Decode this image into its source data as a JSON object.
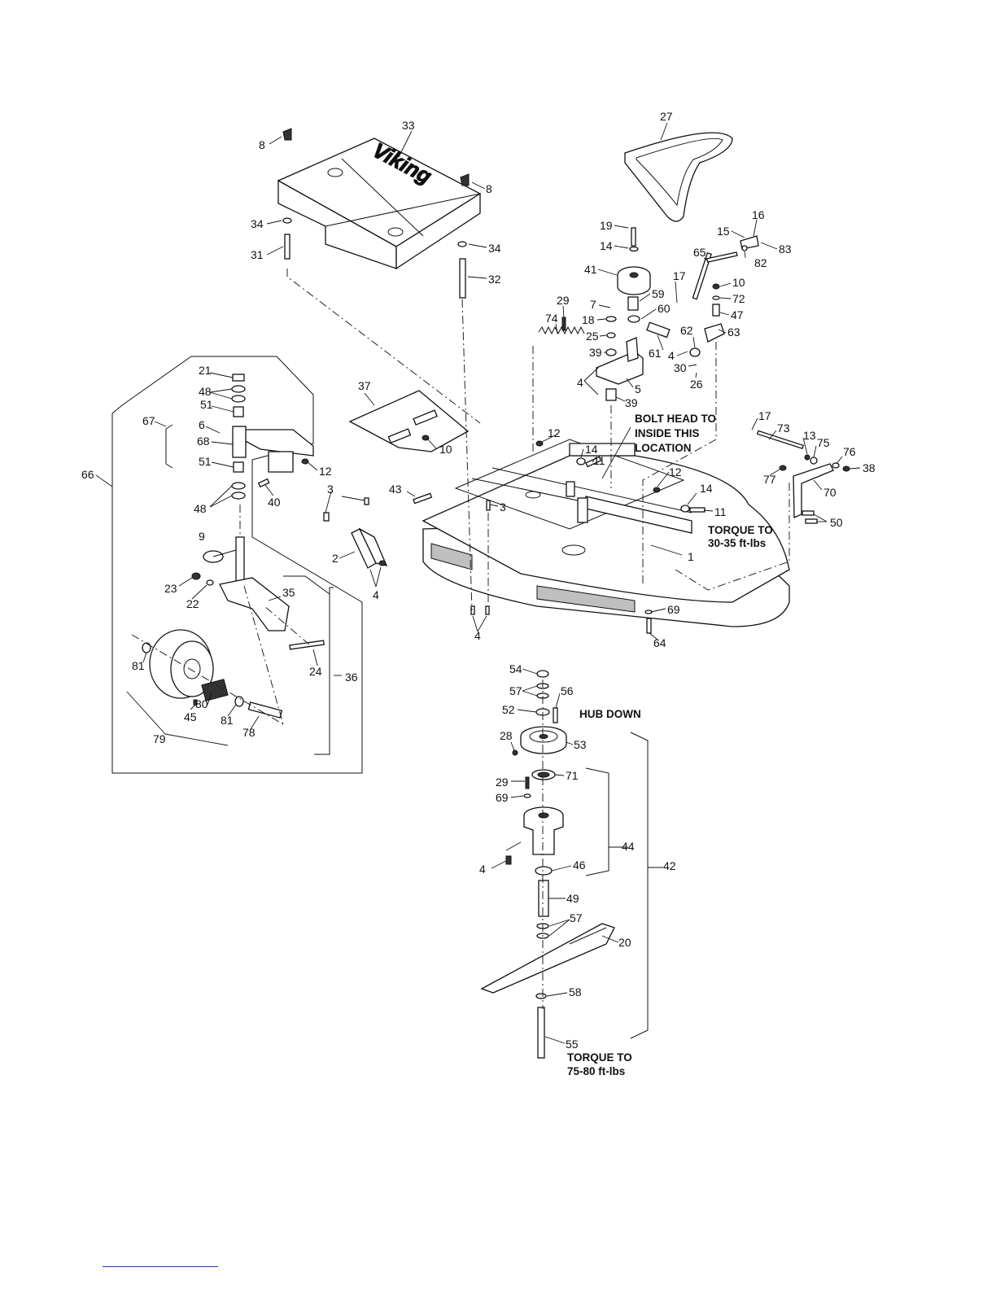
{
  "callouts": {
    "c1": "1",
    "c2": "2",
    "c3a": "3",
    "c3b": "3",
    "c4a": "4",
    "c4b": "4",
    "c4c": "4",
    "c4d": "4",
    "c4e": "4",
    "c5": "5",
    "c6": "6",
    "c7": "7",
    "c8a": "8",
    "c8b": "8",
    "c9": "9",
    "c10a": "10",
    "c10b": "10",
    "c11a": "11",
    "c11b": "11",
    "c12a": "12",
    "c12b": "12",
    "c12c": "12",
    "c13": "13",
    "c14a": "14",
    "c14b": "14",
    "c14c": "14",
    "c15": "15",
    "c16": "16",
    "c17a": "17",
    "c17b": "17",
    "c18": "18",
    "c19": "19",
    "c20": "20",
    "c21": "21",
    "c22": "22",
    "c23": "23",
    "c24": "24",
    "c25": "25",
    "c26": "26",
    "c27": "27",
    "c28": "28",
    "c29a": "29",
    "c29b": "29",
    "c30": "30",
    "c31": "31",
    "c32": "32",
    "c33": "33",
    "c34a": "34",
    "c34b": "34",
    "c35": "35",
    "c36": "36",
    "c37": "37",
    "c38": "38",
    "c39a": "39",
    "c39b": "39",
    "c40": "40",
    "c41": "41",
    "c42": "42",
    "c43": "43",
    "c44": "44",
    "c45": "45",
    "c46": "46",
    "c47": "47",
    "c48a": "48",
    "c48b": "48",
    "c49": "49",
    "c50": "50",
    "c51a": "51",
    "c51b": "51",
    "c52": "52",
    "c53": "53",
    "c54": "54",
    "c55": "55",
    "c56": "56",
    "c57a": "57",
    "c57b": "57",
    "c58": "58",
    "c59": "59",
    "c60": "60",
    "c61": "61",
    "c62": "62",
    "c63": "63",
    "c64": "64",
    "c65": "65",
    "c66": "66",
    "c67": "67",
    "c68": "68",
    "c69a": "69",
    "c69b": "69",
    "c70": "70",
    "c71": "71",
    "c72": "72",
    "c73": "73",
    "c74": "74",
    "c75": "75",
    "c76": "76",
    "c77": "77",
    "c78": "78",
    "c79": "79",
    "c80": "80",
    "c81a": "81",
    "c81b": "81",
    "c82": "82",
    "c83": "83"
  },
  "notes": {
    "bolt_head_1": "BOLT HEAD TO",
    "bolt_head_2": "INSIDE THIS",
    "bolt_head_3": "LOCATION",
    "torque_deck_1": "TORQUE TO",
    "torque_deck_2": "30-35 ft-lbs",
    "hub_down": "HUB DOWN",
    "torque_blade_1": "TORQUE TO",
    "torque_blade_2": "75-80 ft-lbs"
  },
  "brand_logo_text": "Viking"
}
